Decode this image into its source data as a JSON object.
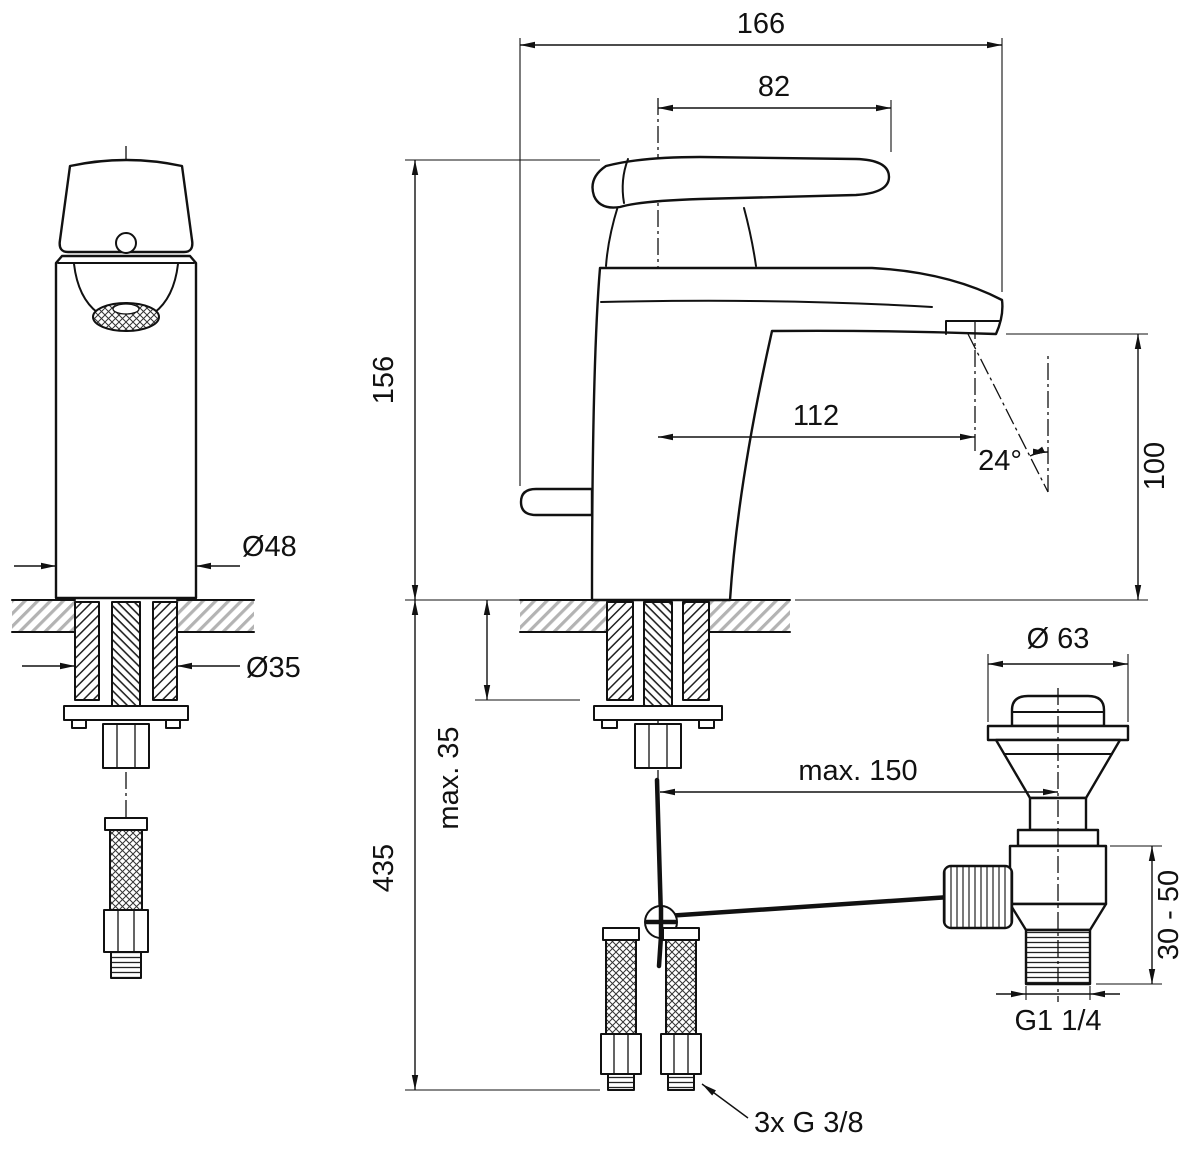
{
  "colors": {
    "ink": "#111111",
    "deck_hatch": "#b3b3b3",
    "background": "#ffffff"
  },
  "drawing": {
    "dims": {
      "overall_depth": "166",
      "handle_length": "82",
      "spout_height": "156",
      "spout_reach": "112",
      "stream_angle": "24°",
      "outlet_to_deck": "100",
      "body_diameter": "Ø48",
      "hole_diameter": "Ø35",
      "deck_thickness_max": "max. 35",
      "below_deck_length": "435",
      "plug_diameter": "Ø 63",
      "rod_to_waste_max": "max. 150",
      "waste_adjust_range": "30 - 50",
      "waste_thread": "G1 1/4",
      "inlet_thread": "3x G 3/8"
    }
  }
}
